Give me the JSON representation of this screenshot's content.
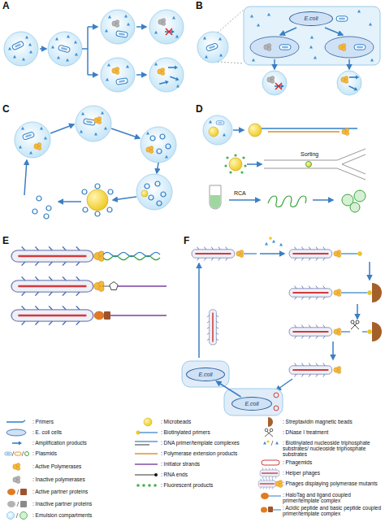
{
  "diagram": {
    "nodes": [
      {
        "text": [
          "E.coli"
        ]
      },
      {
        "text": [
          "E.coli"
        ]
      },
      {
        "text": [
          "E.coli"
        ]
      }
    ],
    "edges": [
      {
        "from": 2,
        "to": 1,
        "arrow": "to"
      }
    ],
    "labels": [
      "A",
      "B",
      "C",
      "D",
      "Sorting",
      "RCA",
      "E",
      "F"
    ],
    "legend": [
      {
        "text": ": Primers"
      },
      {
        "text": ": E. coli cells"
      },
      {
        "text": ": Amplification products"
      },
      {
        "text": ": Plasmids"
      },
      {
        "text": ": Active Polymerases"
      },
      {
        "text": ": Inactive polymerases"
      },
      {
        "text": ": Active partner proteins"
      },
      {
        "text": ": Inactive partner proteins"
      },
      {
        "text": ": Emulsion compartments"
      },
      {
        "text": ": Microbeads"
      },
      {
        "text": ": Biotinylated primers"
      },
      {
        "text": ": DNA primer/template complexes"
      },
      {
        "text": ": Polymerase extension products"
      },
      {
        "text": ": Initiator strands"
      },
      {
        "text": ": RNA ends"
      },
      {
        "text": ": Fluorescent products"
      },
      {
        "text": ": Streptavidin magnetic beads"
      },
      {
        "text": ": DNase I treatment"
      },
      {
        "text": ": Biotinylated nucleoside triphosphate substrates/ nucleoside triphosphate substrates"
      },
      {
        "text": ": Phagemids"
      },
      {
        "text": ": Helper phages"
      },
      {
        "text": ": Phages displaying polymerase mutants"
      },
      {
        "text": ": HaloTag and ligand coupled primer/template complex"
      },
      {
        "text": ": Acidic peptide and basic peptide coupled primer/template complex"
      }
    ]
  }
}
